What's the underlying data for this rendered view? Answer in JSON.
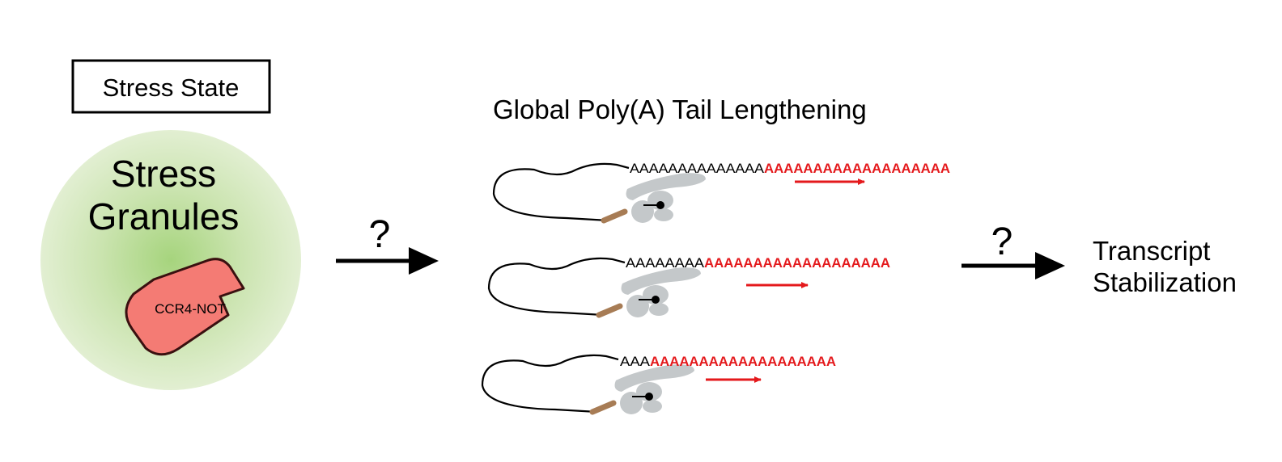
{
  "stress_state": {
    "label": "Stress State"
  },
  "stress_granules": {
    "line1": "Stress",
    "line2": "Granules"
  },
  "enzyme": {
    "label": "CCR4-NOT"
  },
  "center_title": "Global Poly(A) Tail Lengthening",
  "arrow_left": {
    "label": "?"
  },
  "arrow_right": {
    "label": "?"
  },
  "outcome": {
    "line1": "Transcript",
    "line2": "Stabilization"
  },
  "transcripts": [
    {
      "existing_tail": "AAAAAAAAAAAAAA",
      "added_tail": "AAAAAAAAAAAAAAAAAAA"
    },
    {
      "existing_tail": "AAAAAAAA",
      "added_tail": "AAAAAAAAAAAAAAAAAAA"
    },
    {
      "existing_tail": "AAA",
      "added_tail": "AAAAAAAAAAAAAAAAAAA"
    }
  ],
  "colors": {
    "granule_center": "#a8d680",
    "granule_edge": "#e3efd0",
    "enzyme_fill": "#f47b74",
    "enzyme_stroke": "#3a1010",
    "new_tail": "#e4191c",
    "protein_gray": "#c4c8ca",
    "protein_brown": "#a77c55"
  }
}
